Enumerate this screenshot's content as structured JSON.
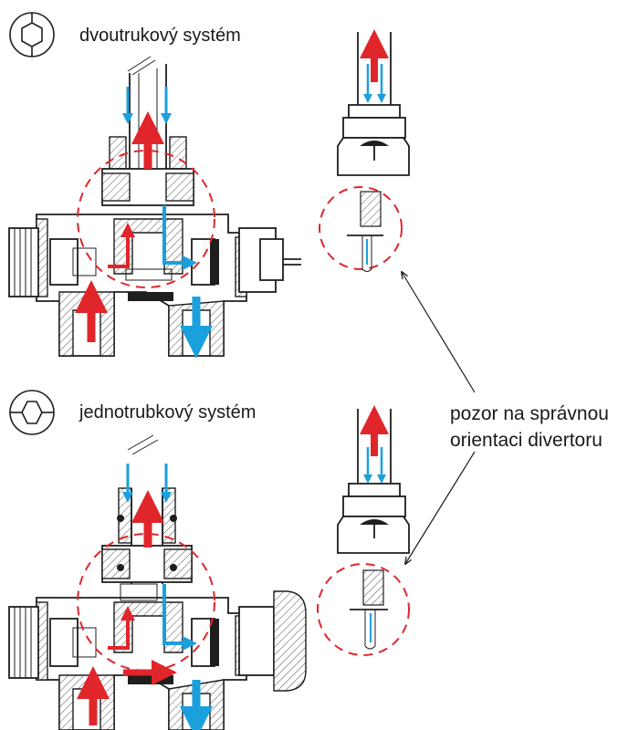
{
  "sections": {
    "two_pipe": {
      "title": "dvoutrukový systém"
    },
    "one_pipe": {
      "title": "jednotrubkový systém"
    }
  },
  "callout": {
    "line1": "pozor na správnou",
    "line2": "orientaci divertoru"
  },
  "colors": {
    "hot_flow": "#e0262b",
    "return_flow": "#1aa0dc",
    "detail_circle": "#e0262b",
    "outline": "#1e1e1e"
  },
  "icons": {
    "two_pipe_symbol": "two-pipe-system-icon",
    "one_pipe_symbol": "one-pipe-system-icon"
  }
}
